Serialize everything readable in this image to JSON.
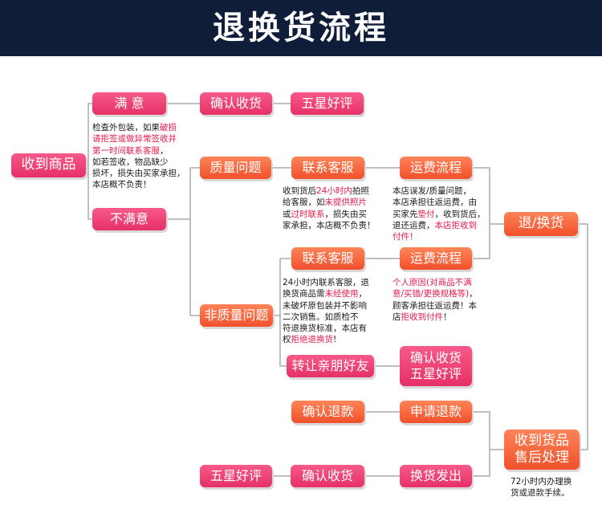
{
  "title": "退换货流程",
  "colors": {
    "header_bg": "#101d38",
    "pink": "#ec3a6f",
    "orange": "#f5602f",
    "highlight": "#e8194b"
  },
  "nodes": {
    "receive": "收到商品",
    "satisfied": "满 意",
    "confirm_receipt_top": "确认收货",
    "five_star_top": "五星好评",
    "quality_issue": "质量问题",
    "contact_service_1": "联系客服",
    "shipping_flow_1": "运费流程",
    "unsatisfied": "不满意",
    "return_exchange": "退/换货",
    "contact_service_2": "联系客服",
    "shipping_flow_2": "运费流程",
    "non_quality_issue": "非质量问题",
    "transfer_friends": "转让亲朋好友",
    "confirm_five_line1": "确认收货",
    "confirm_five_line2": "五星好评",
    "confirm_refund": "确认退款",
    "apply_refund": "申请退款",
    "received_line1": "收到货品",
    "received_line2": "售后处理",
    "five_star_bottom": "五星好评",
    "confirm_receipt_bottom": "确认收货",
    "exchange_ship": "换货发出"
  },
  "notes": {
    "inspect": [
      [
        {
          "t": "检查外包装，如果"
        },
        {
          "t": "破损",
          "h": true
        }
      ],
      [
        {
          "t": "请拒签或做异常签收并",
          "h": true
        }
      ],
      [
        {
          "t": "第一时间联系客服",
          "h": true
        },
        {
          "t": "，"
        }
      ],
      [
        {
          "t": "如若签收，物品缺少"
        }
      ],
      [
        {
          "t": "损坏，损失由买家承担，"
        }
      ],
      [
        {
          "t": "本店概不负责！"
        }
      ]
    ],
    "quality_service": [
      [
        {
          "t": "收到货后"
        },
        {
          "t": "24小时内",
          "h": true
        },
        {
          "t": "拍照"
        }
      ],
      [
        {
          "t": "给客服，如"
        },
        {
          "t": "未提供照片",
          "h": true
        }
      ],
      [
        {
          "t": "或"
        },
        {
          "t": "过时联系",
          "h": true
        },
        {
          "t": "，损失由买"
        }
      ],
      [
        {
          "t": "家承担，本店概不负责！"
        }
      ]
    ],
    "quality_shipping": [
      [
        {
          "t": "本店误发/质量问题，"
        }
      ],
      [
        {
          "t": "本店承担往返运费，由"
        }
      ],
      [
        {
          "t": "买家先"
        },
        {
          "t": "垫付",
          "h": true
        },
        {
          "t": "，收到货后，"
        }
      ],
      [
        {
          "t": "退还运费，"
        },
        {
          "t": "本店拒收到",
          "h": true
        }
      ],
      [
        {
          "t": "付件！",
          "h": true
        }
      ]
    ],
    "non_quality_service": [
      [
        {
          "t": "24小时内联系客服，退"
        }
      ],
      [
        {
          "t": "换货商品需"
        },
        {
          "t": "未经使用",
          "h": true
        },
        {
          "t": "，"
        }
      ],
      [
        {
          "t": "未破坏原包装并不影响"
        }
      ],
      [
        {
          "t": "二次销售。如质检不"
        }
      ],
      [
        {
          "t": "符退换货标准，本店有"
        }
      ],
      [
        {
          "t": "权"
        },
        {
          "t": "拒绝退换货",
          "h": true
        },
        {
          "t": "!"
        }
      ]
    ],
    "non_quality_shipping": [
      [
        {
          "t": "个人原因(对商品不满",
          "h": true
        }
      ],
      [
        {
          "t": "意/买错/更换规格等)",
          "h": true
        },
        {
          "t": "，"
        }
      ],
      [
        {
          "t": "顾客承担往返运费！本"
        }
      ],
      [
        {
          "t": "店"
        },
        {
          "t": "拒收到付件",
          "h": true
        },
        {
          "t": "！"
        }
      ]
    ],
    "after_sale": [
      [
        {
          "t": "72小时内办理换"
        }
      ],
      [
        {
          "t": "货或退款手续。"
        }
      ]
    ]
  }
}
